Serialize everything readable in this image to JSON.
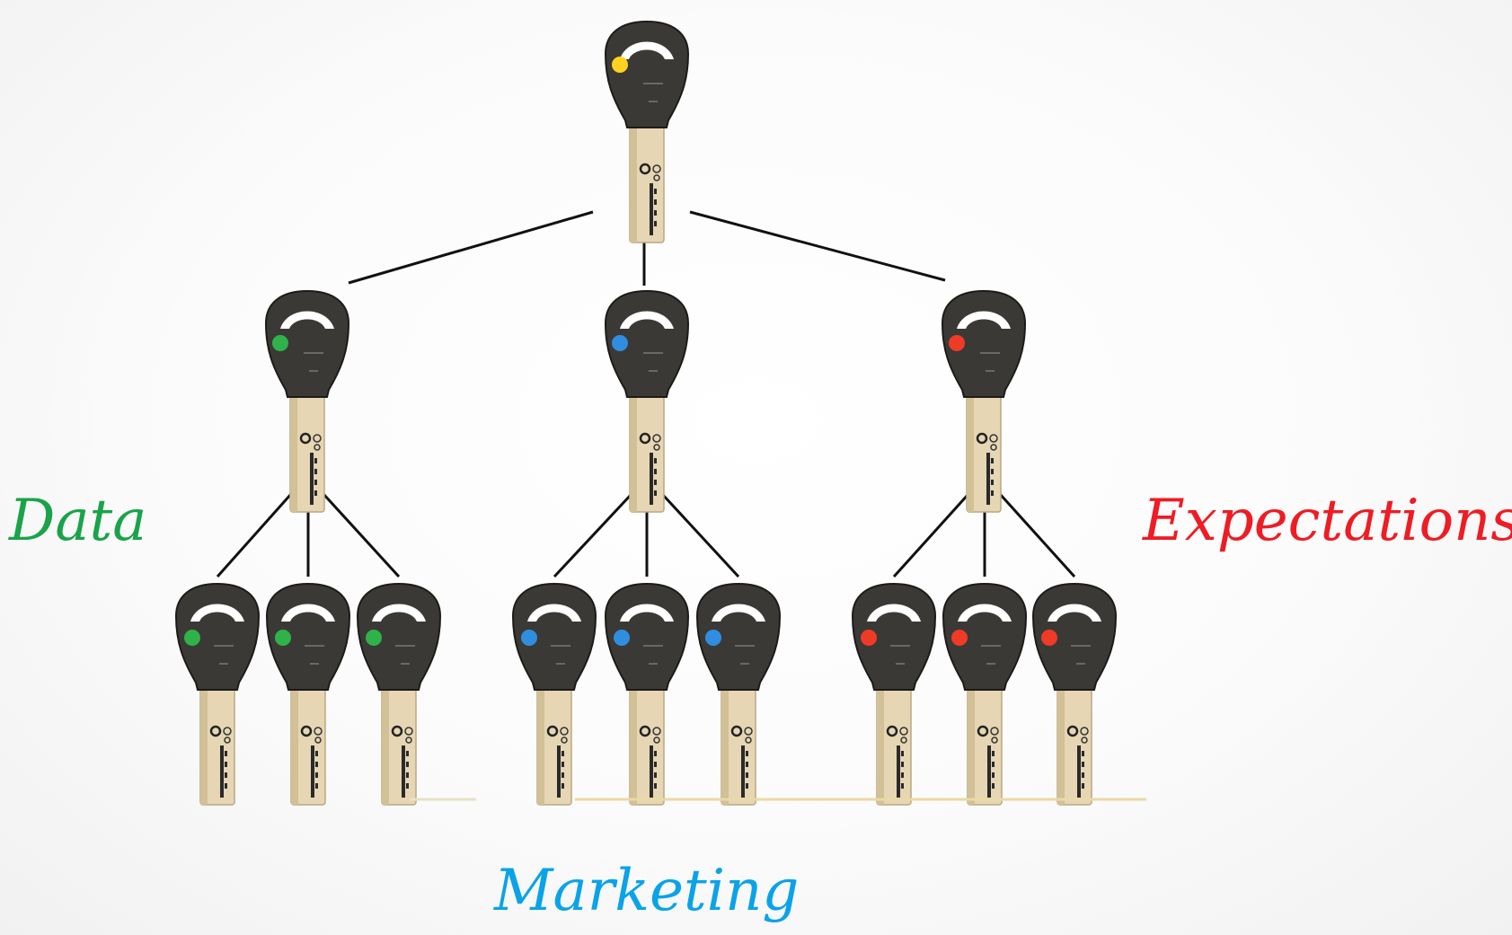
{
  "labels": {
    "data": {
      "text": "Data",
      "color": "#1aa34a"
    },
    "expectations": {
      "text": "Expectations",
      "color": "#ee1c24"
    },
    "marketing": {
      "text": "Marketing",
      "color": "#0aa3e8"
    }
  },
  "colors": {
    "key_head": "#3b3936",
    "key_blade": "#e6d6b4",
    "connector": "#111111",
    "master_dot": "#ffd21f",
    "branch_dots": [
      "#2fb24a",
      "#2f8ee0",
      "#ef3b26"
    ]
  },
  "tree": {
    "root": {
      "name": "master-key",
      "dot": "yellow"
    },
    "branches": [
      {
        "name": "green-branch-key",
        "dot": "green",
        "children": 3
      },
      {
        "name": "blue-branch-key",
        "dot": "blue",
        "children": 3
      },
      {
        "name": "red-branch-key",
        "dot": "red",
        "children": 3
      }
    ]
  }
}
